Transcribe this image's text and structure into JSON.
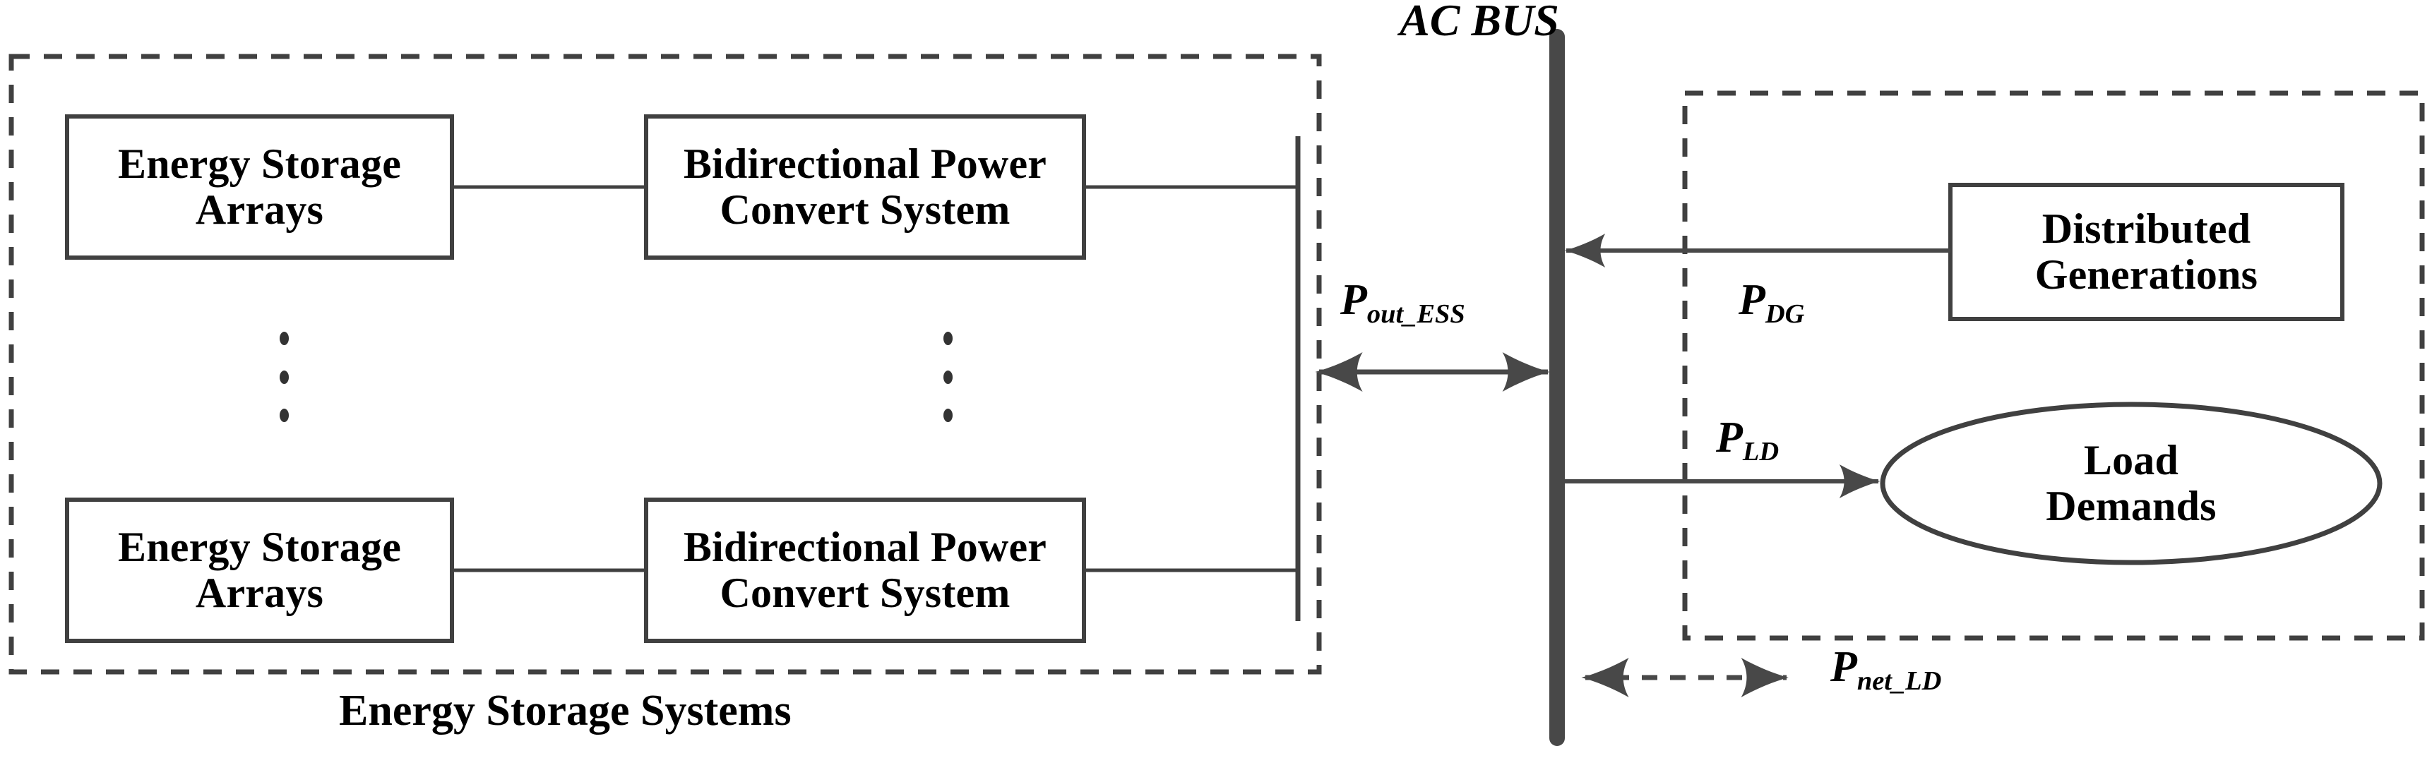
{
  "diagram": {
    "title_acbus": "AC BUS",
    "ess_group_label": "Energy Storage Systems",
    "ess_blocks": [
      {
        "label_line1": "Energy Storage",
        "label_line2": "Arrays"
      },
      {
        "label_line1": "Energy Storage",
        "label_line2": "Arrays"
      }
    ],
    "pcs_blocks": [
      {
        "label_line1": "Bidirectional Power",
        "label_line2": "Convert System"
      },
      {
        "label_line1": "Bidirectional Power",
        "label_line2": "Convert System"
      }
    ],
    "dg_block": {
      "label_line1": "Distributed",
      "label_line2": "Generations"
    },
    "load_block": {
      "label_line1": "Load",
      "label_line2": "Demands"
    },
    "power_flows": [
      {
        "id": "p-out-ess",
        "base": "P",
        "sub": "out_ESS",
        "arrow": "double",
        "style": "solid"
      },
      {
        "id": "p-dg",
        "base": "P",
        "sub": "DG",
        "arrow": "single-left",
        "style": "solid"
      },
      {
        "id": "p-ld",
        "base": "P",
        "sub": "LD",
        "arrow": "single-right",
        "style": "solid"
      },
      {
        "id": "p-net-ld",
        "base": "P",
        "sub": "net_LD",
        "arrow": "double",
        "style": "dashed"
      }
    ],
    "ellipsis_dots": {
      "count": 3,
      "columns": 2
    },
    "colors": {
      "stroke": "#404040",
      "text": "#000000",
      "background": "#ffffff",
      "arrow_fill": "#484848"
    }
  }
}
